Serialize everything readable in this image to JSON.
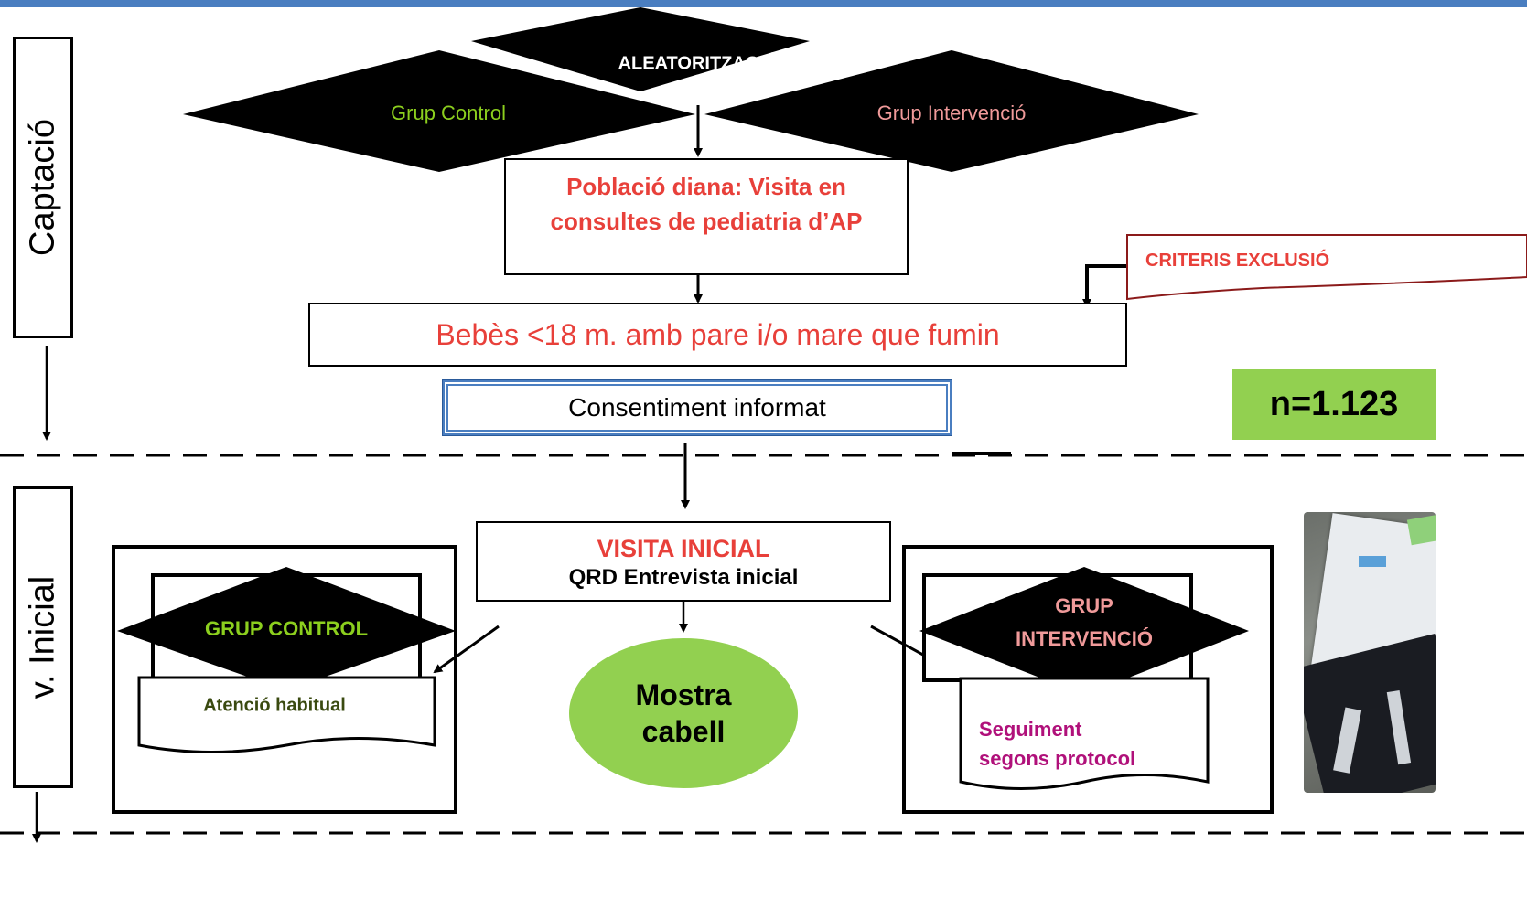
{
  "colors": {
    "top_bar": "#4a7ec0",
    "red_text": "#e8403a",
    "green_text": "#8ccf1e",
    "pink_text": "#f09a9a",
    "magenta_text": "#b0107a",
    "olive_text": "#3a4a10",
    "n_box": "#92d050",
    "ellipse": "#92d050",
    "exclusion_border": "#8b1a1a",
    "consent_border": "#4a7ec0"
  },
  "phases": {
    "captacio": "Captació",
    "inicial": "v. Inicial"
  },
  "randomization": {
    "title": "ALEATORITZACIÓ",
    "control": "Grup Control",
    "intervention": "Grup Intervenció"
  },
  "target_population": "Població diana: Visita en consultes de pediatria d’AP",
  "exclusion_criteria": "CRITERIS EXCLUSIÓ",
  "babies": "Bebès <18 m.  amb pare i/o mare que fumin",
  "consent": "Consentiment informat",
  "sample_size": "n=1.123",
  "initial_visit": {
    "title": "VISITA INICIAL",
    "subtitle": "QRD Entrevista inicial"
  },
  "control_group": {
    "label": "GRUP CONTROL",
    "care": "Atenció habitual"
  },
  "intervention_group": {
    "label_line1": "GRUP",
    "label_line2": "INTERVENCIÓ",
    "followup_line1": "Seguiment",
    "followup_line2": "segons protocol"
  },
  "hair_sample": {
    "line1": "Mostra",
    "line2": "cabell"
  }
}
